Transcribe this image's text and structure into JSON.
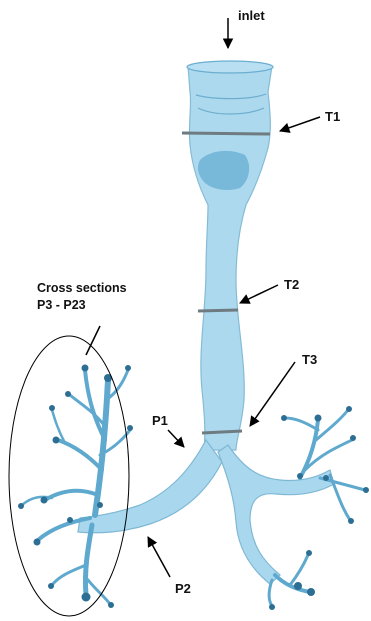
{
  "labels": {
    "inlet": "inlet",
    "t1": "T1",
    "t2": "T2",
    "t3": "T3",
    "p1": "P1",
    "p2": "P2",
    "cross_sections_line1": "Cross sections",
    "cross_sections_line2": "P3 - P23"
  },
  "colors": {
    "airway_fill": "#a9d8ee",
    "airway_stroke": "#7fb8d4",
    "airway_dark": "#2d6f94",
    "section_line": "#6e7b80",
    "arrow": "#000000",
    "ellipse": "#000000"
  }
}
